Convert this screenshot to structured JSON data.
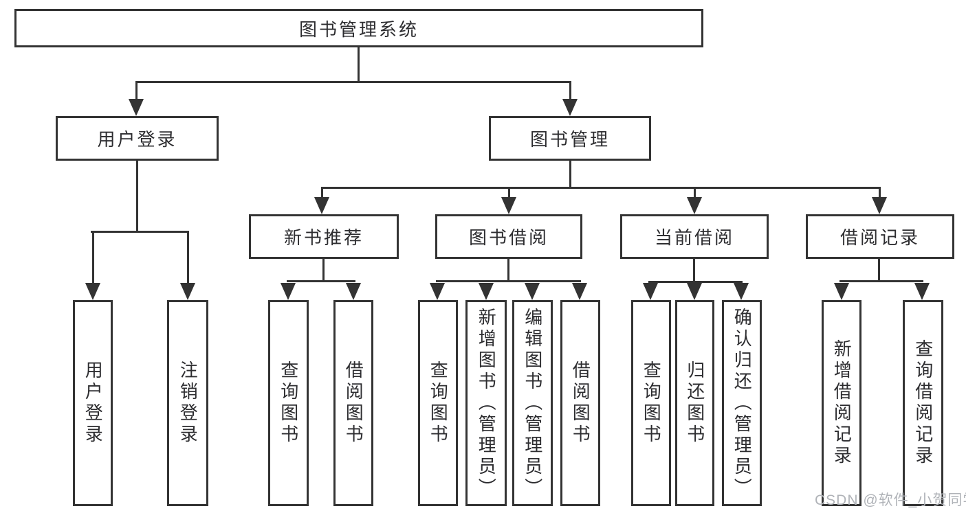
{
  "nodes": {
    "root": {
      "label": "图书管理系统"
    },
    "level2": [
      {
        "label": "用户登录"
      },
      {
        "label": "图书管理"
      }
    ],
    "level3": [
      {
        "label": "新书推荐",
        "parent": "图书管理"
      },
      {
        "label": "图书借阅",
        "parent": "图书管理"
      },
      {
        "label": "当前借阅",
        "parent": "图书管理"
      },
      {
        "label": "借阅记录",
        "parent": "图书管理"
      }
    ],
    "leaves": [
      {
        "label": "用户登录",
        "parent": "用户登录"
      },
      {
        "label": "注销登录",
        "parent": "用户登录"
      },
      {
        "label": "查询图书",
        "parent": "新书推荐"
      },
      {
        "label": "借阅图书",
        "parent": "新书推荐"
      },
      {
        "label": "查询图书",
        "parent": "图书借阅"
      },
      {
        "label": "新增图书（管理员）",
        "parent": "图书借阅"
      },
      {
        "label": "编辑图书（管理员）",
        "parent": "图书借阅"
      },
      {
        "label": "借阅图书",
        "parent": "图书借阅"
      },
      {
        "label": "查询图书",
        "parent": "当前借阅"
      },
      {
        "label": "归还图书",
        "parent": "当前借阅"
      },
      {
        "label": "确认归还（管理员）",
        "parent": "当前借阅"
      },
      {
        "label": "新增借阅记录",
        "parent": "借阅记录"
      },
      {
        "label": "查询借阅记录",
        "parent": "借阅记录"
      }
    ]
  },
  "watermark": {
    "text": "CSDN @软件_小贺同学"
  },
  "colors": {
    "line": "#333333",
    "text": "#2d2d30",
    "box_fill": "#ffffff",
    "background": "#ffffff",
    "watermark": "#b0b3b8"
  }
}
